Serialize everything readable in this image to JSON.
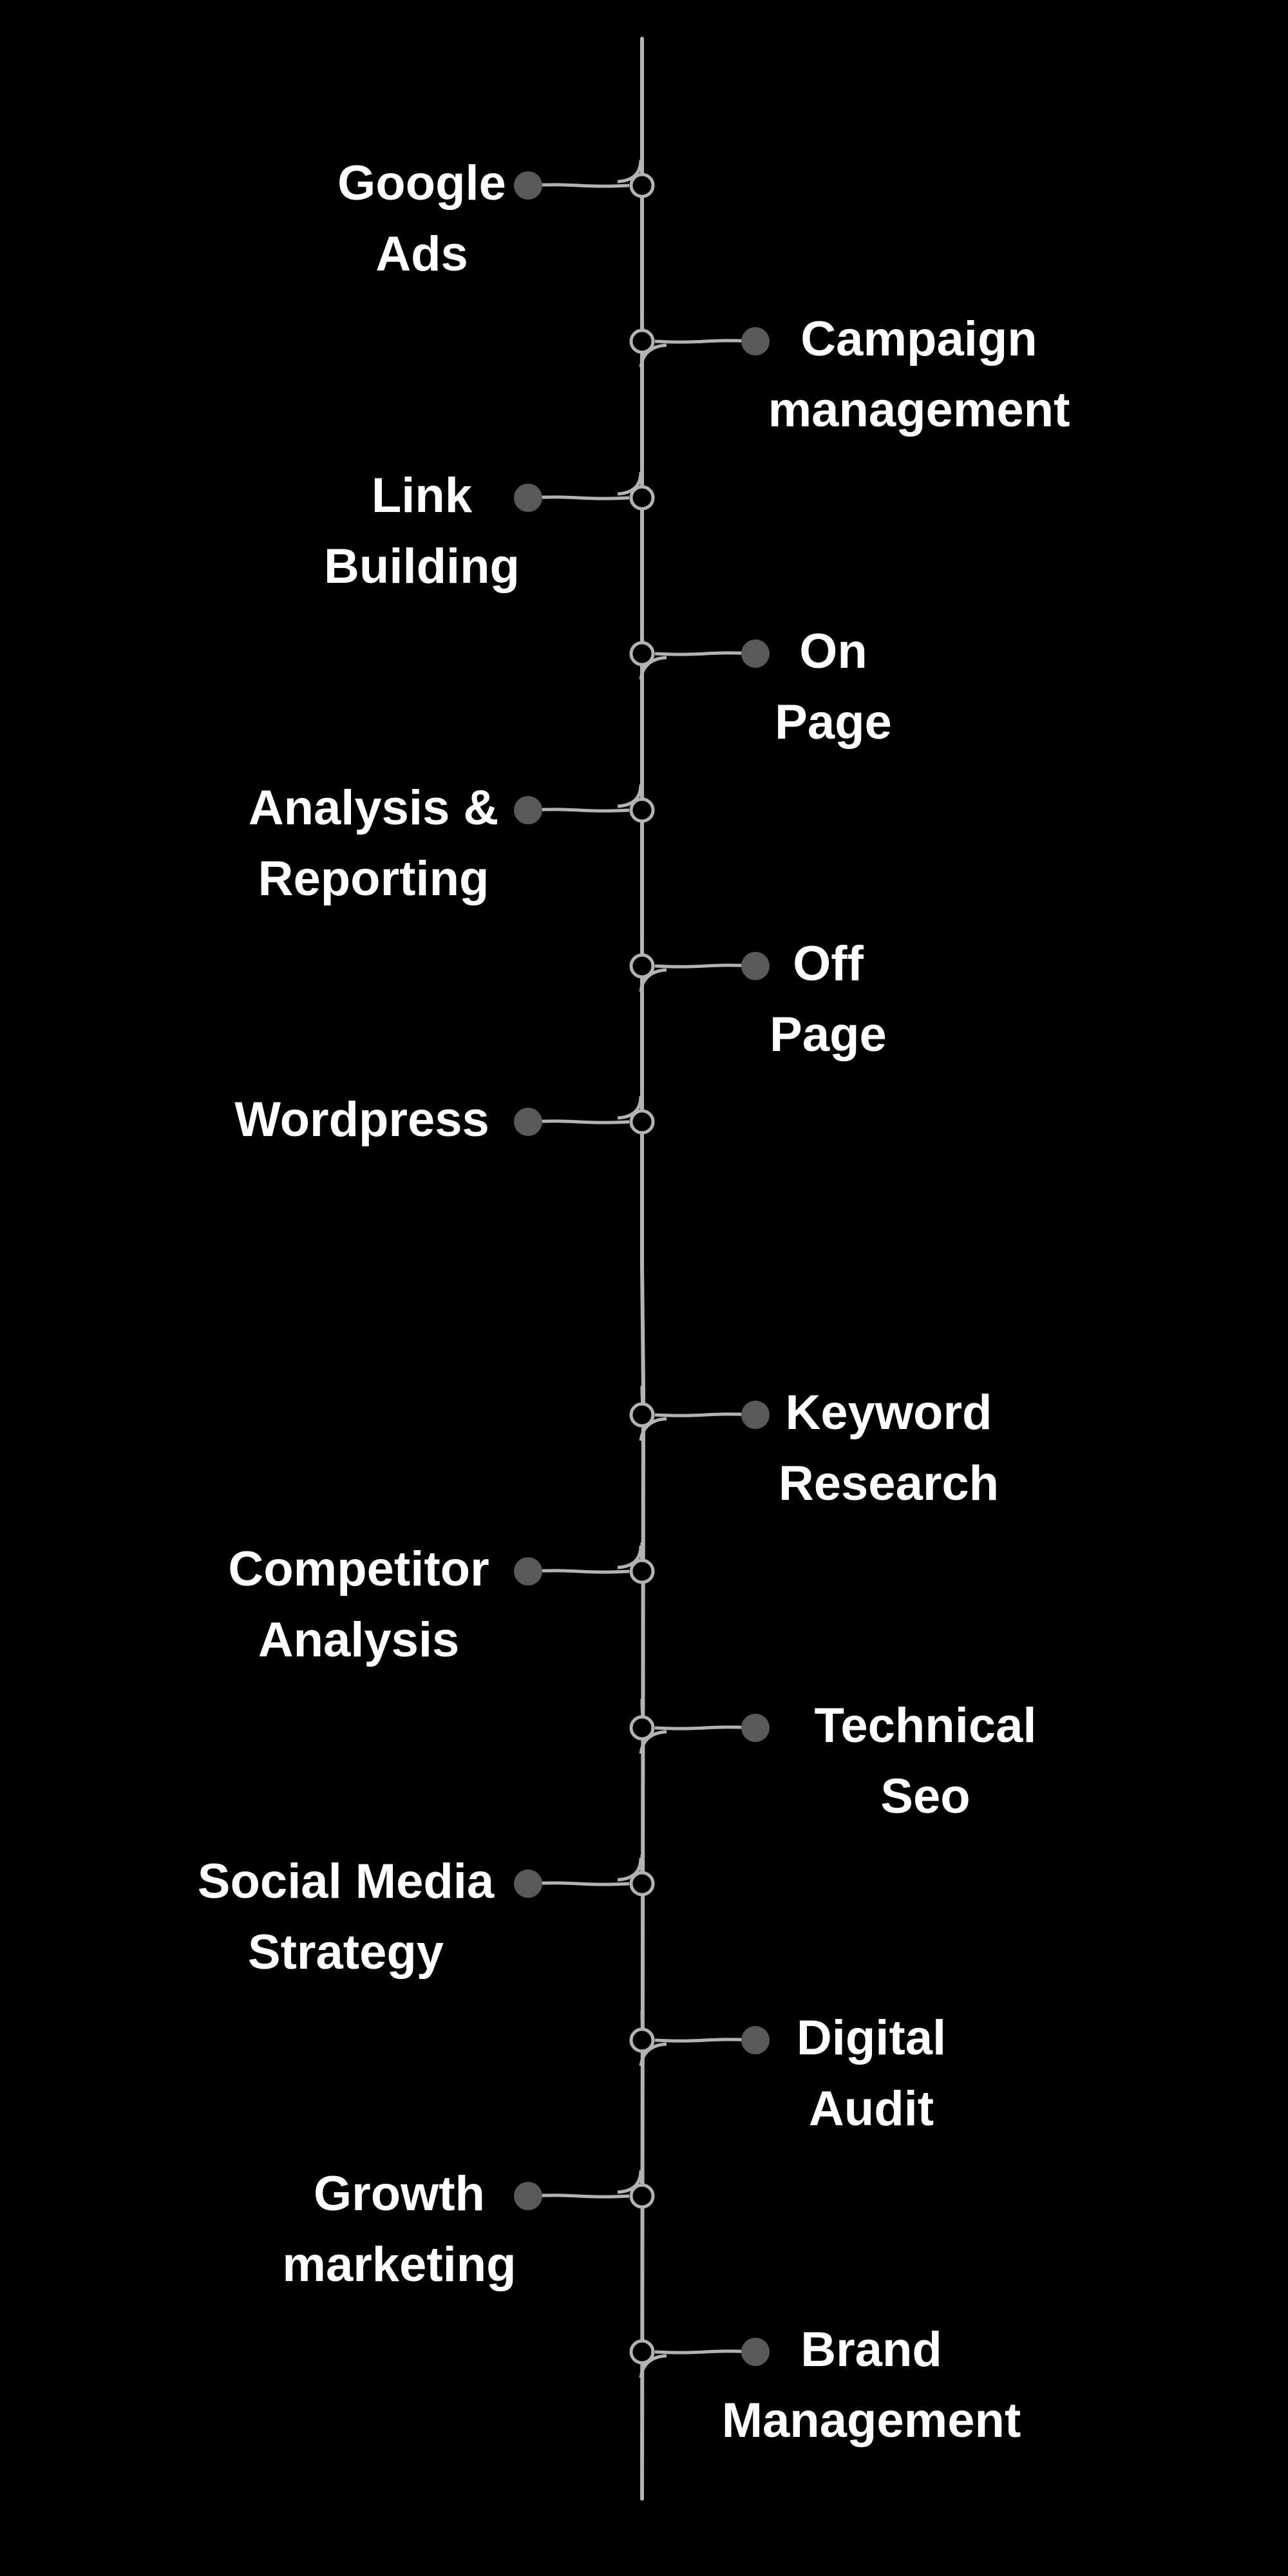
{
  "timeline": {
    "items": [
      {
        "side": "left",
        "lines": [
          "Google",
          "Ads"
        ]
      },
      {
        "side": "right",
        "lines": [
          "Campaign",
          "management"
        ]
      },
      {
        "side": "left",
        "lines": [
          "Link",
          "Building"
        ]
      },
      {
        "side": "right",
        "lines": [
          "On",
          "Page"
        ]
      },
      {
        "side": "left",
        "lines": [
          "Analysis &",
          "Reporting"
        ]
      },
      {
        "side": "right",
        "lines": [
          "Off",
          "Page"
        ]
      },
      {
        "side": "left",
        "lines": [
          "Wordpress"
        ]
      },
      {
        "side": "right",
        "lines": [
          "Keyword",
          "Research"
        ]
      },
      {
        "side": "left",
        "lines": [
          "Competitor",
          "Analysis"
        ]
      },
      {
        "side": "right",
        "lines": [
          "Technical",
          "Seo"
        ]
      },
      {
        "side": "left",
        "lines": [
          "Social Media",
          "Strategy"
        ]
      },
      {
        "side": "right",
        "lines": [
          "Digital",
          "Audit"
        ]
      },
      {
        "side": "left",
        "lines": [
          "Growth",
          "marketing"
        ]
      },
      {
        "side": "right",
        "lines": [
          "Brand",
          "Management"
        ]
      }
    ]
  },
  "colors": {
    "background": "#000000",
    "line": "#b3b3b3",
    "dot": "#595959",
    "text": "#ffffff"
  }
}
